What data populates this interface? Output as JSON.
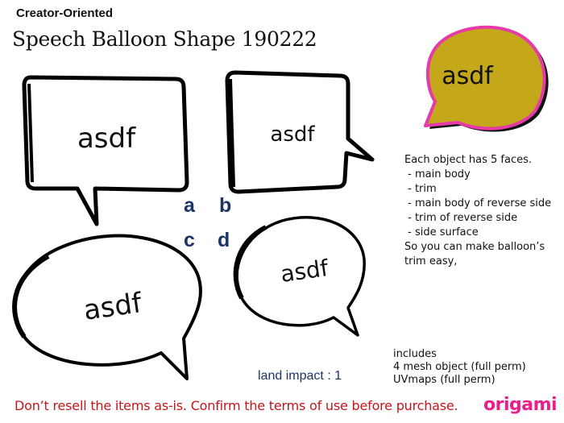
{
  "header": {
    "subtitle": "Creator-Oriented",
    "title": "Speech Balloon Shape 190222"
  },
  "balloons": [
    {
      "id": "a",
      "text": "asdf",
      "shape": "rounded-rectangle",
      "tail": "bottom"
    },
    {
      "id": "b",
      "text": "asdf",
      "shape": "rounded-rectangle",
      "tail": "right"
    },
    {
      "id": "c",
      "text": "asdf",
      "shape": "oval",
      "tail": "bottom-right"
    },
    {
      "id": "d",
      "text": "asdf",
      "shape": "oval",
      "tail": "bottom-right"
    }
  ],
  "preview": {
    "text": "asdf",
    "fill_color": "#c4a81a",
    "trim_color": "#e63aa8"
  },
  "labels": {
    "a": "a",
    "b": "b",
    "c": "c",
    "d": "d"
  },
  "description": {
    "intro": "Each object has 5 faces.",
    "faces": [
      " - main body",
      " - trim",
      " - main body of reverse side",
      " - trim of reverse side",
      " - side surface"
    ],
    "outro_1": "So you can make balloon’s",
    "outro_2": "trim easy,"
  },
  "includes": {
    "heading": "includes",
    "line_1": "4 mesh object (full perm)",
    "line_2": "UVmaps (full perm)"
  },
  "land_impact": "land impact : 1",
  "notice": "Don’t resell the items as-is. Confirm the terms of use before purchase.",
  "brand": "origami",
  "colors": {
    "letter_label": "#1c3466",
    "notice": "#c4161c",
    "brand": "#e9208b"
  }
}
